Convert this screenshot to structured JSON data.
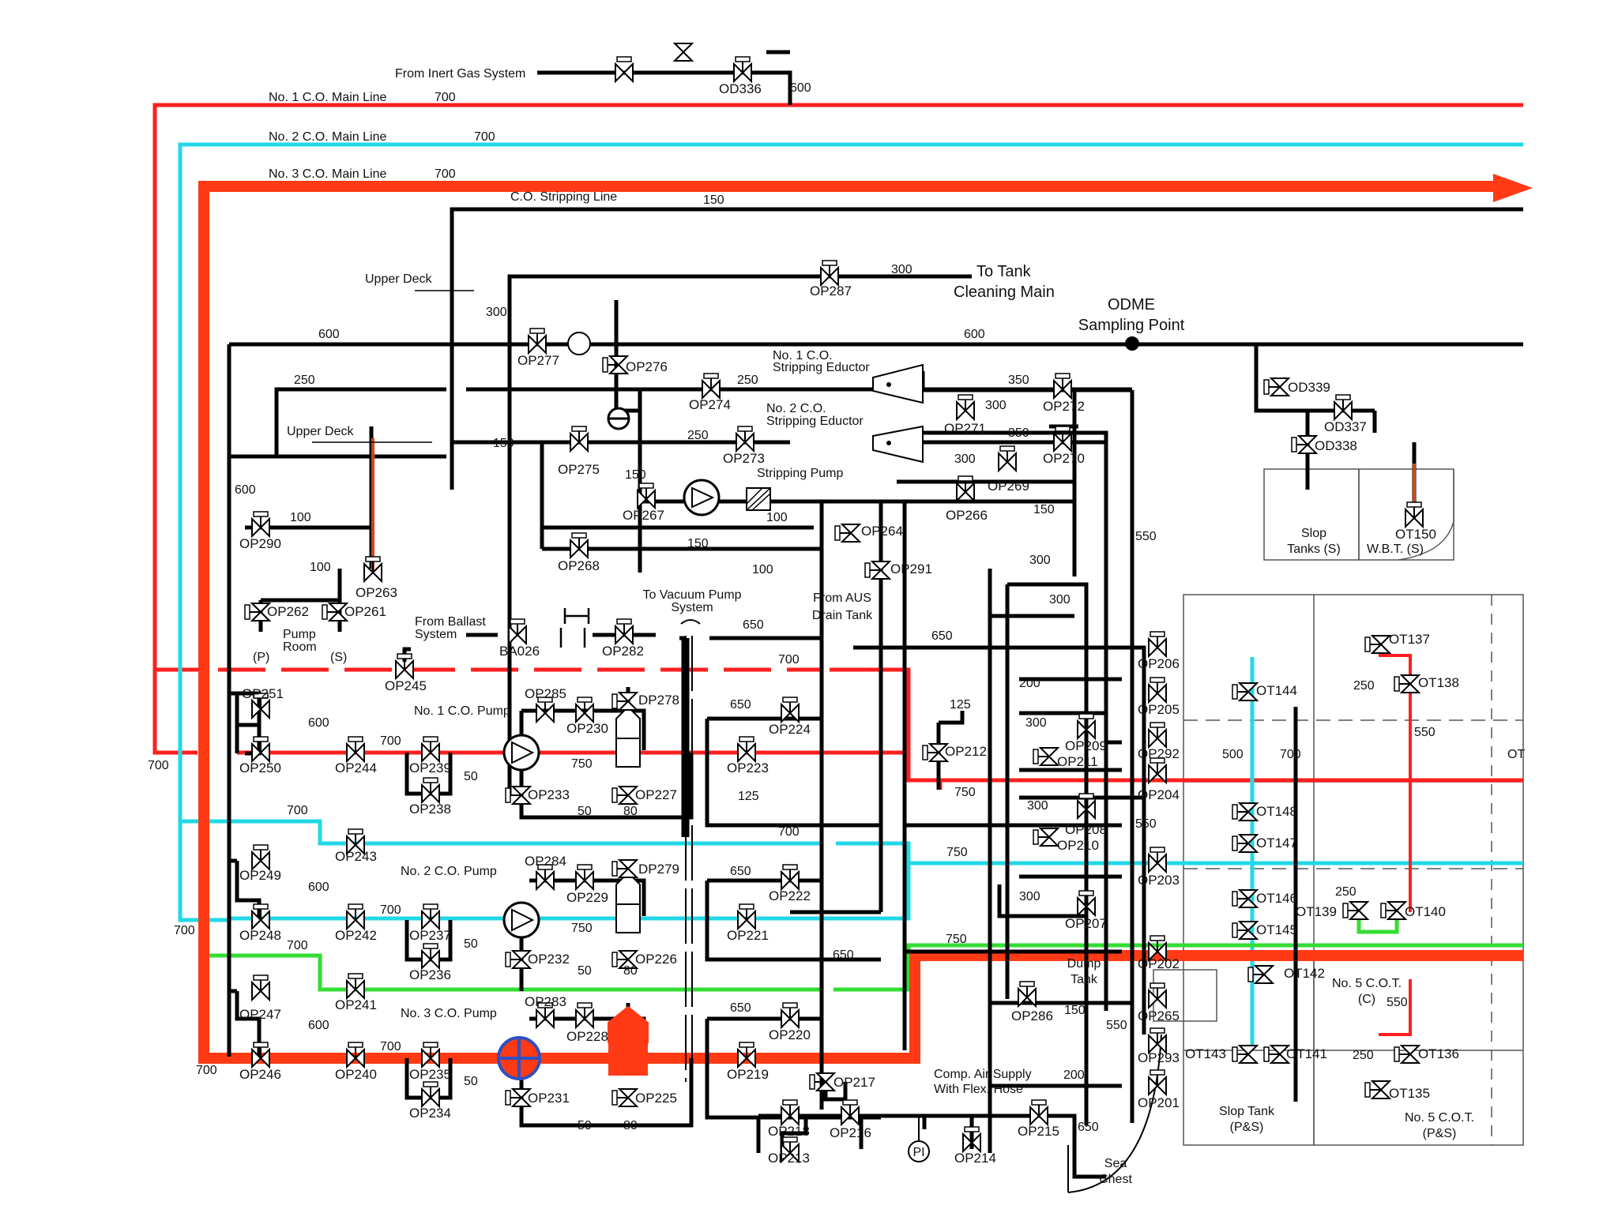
{
  "colors": {
    "line1": "#ff1f1f",
    "line2": "#22d8e6",
    "line3": "#ff3a14",
    "green": "#33dd33",
    "black": "#000000",
    "link": "#c8481a",
    "pumpHighlight": "#3050c0"
  },
  "headers": {
    "inert_gas": "From Inert Gas System",
    "main1": "No. 1 C.O. Main Line",
    "main2": "No. 2 C.O. Main Line",
    "main3": "No. 3 C.O. Main Line",
    "stripping": "C.O. Stripping Line",
    "upper_deck_top": "Upper Deck",
    "upper_deck_left": "Upper Deck",
    "tank_cleaning_1": "To Tank",
    "tank_cleaning_2": "Cleaning Main",
    "odme_1": "ODME",
    "odme_2": "Sampling Point",
    "eductor1_1": "No. 1 C.O.",
    "eductor1_2": "Stripping Eductor",
    "eductor2_1": "No. 2 C.O.",
    "eductor2_2": "Stripping Eductor",
    "stripping_pump": "Stripping Pump",
    "pump_room_1": "Pump",
    "pump_room_2": "Room",
    "pump_p": "(P)",
    "pump_s": "(S)",
    "ballast_1": "From Ballast",
    "ballast_2": "System",
    "vacuum_1": "To Vacuum Pump",
    "vacuum_2": "System",
    "aus_1": "From AUS",
    "aus_2": "Drain Tank",
    "pump1": "No. 1 C.O. Pump",
    "pump2": "No. 2 C.O. Pump",
    "pump3": "No. 3 C.O. Pump",
    "dump_1": "Dump",
    "dump_2": "Tank",
    "air_1": "Comp. Air Supply",
    "air_2": "With Flex. Hose",
    "sea_1": "Sea",
    "sea_2": "Chest",
    "slop_s_1": "Slop",
    "slop_s_2": "Tanks (S)",
    "wbt": "W.B.T. (S)",
    "slop_ps_1": "Slop Tank",
    "slop_ps_2": "(P&S)",
    "cot5c_1": "No. 5 C.O.T.",
    "cot5c_2": "(C)",
    "cot5ps_1": "No. 5 C.O.T.",
    "cot5ps_2": "(P&S)",
    "ot_cut": "OT",
    "pi": "PI"
  },
  "sizes": {
    "s600a": "600",
    "s700a": "700",
    "s700b": "700",
    "s700c": "700",
    "s150a": "150",
    "s300a": "300",
    "s300b": "300",
    "s600b": "600",
    "s600c": "600",
    "s250a": "250",
    "s250b": "250",
    "s250c": "250",
    "s150b": "150",
    "s150c": "150",
    "s600d": "600",
    "s100a": "100",
    "s100b": "100",
    "s100c": "100",
    "s150d": "150",
    "s100d": "100",
    "s350a": "350",
    "s300c": "300",
    "s350b": "350",
    "s300d": "300",
    "s150e": "150",
    "s550a": "550",
    "s300e": "300",
    "s300f": "300",
    "s650a": "650",
    "s650b": "650",
    "s700d": "700",
    "s125a": "125",
    "s200a": "200",
    "s300g": "300",
    "s750a": "750",
    "s600e": "600",
    "s700e": "700",
    "s50a": "50",
    "s750b": "750",
    "s650c": "650",
    "s125b": "125",
    "s50b": "50",
    "s80a": "80",
    "s700f": "700",
    "s700g": "700",
    "s750c": "750",
    "s300h": "300",
    "s550b": "550",
    "s600f": "600",
    "s700h": "700",
    "s650d": "650",
    "s750d": "750",
    "s50c": "50",
    "s50d": "50",
    "s80b": "80",
    "s700i": "700",
    "s700j": "700",
    "s650e": "650",
    "s750e": "750",
    "s600g": "600",
    "s700k": "700",
    "s650f": "650",
    "s50e": "50",
    "s50f": "50",
    "s80c": "80",
    "s150f": "150",
    "s550c": "550",
    "s200b": "200",
    "s650g": "650",
    "s500": "500",
    "s700l": "700",
    "s250d": "250",
    "s550d": "550",
    "s250e": "250",
    "s550e": "550",
    "s250f": "250",
    "s700m": "700",
    "s300i": "300",
    "s700n": "700"
  },
  "valves": {
    "OD336": "OD336",
    "OP287": "OP287",
    "OP277": "OP277",
    "OP276": "OP276",
    "OP274": "OP274",
    "OP271": "OP271",
    "OP272": "OP272",
    "OP273": "OP273",
    "OP270": "OP270",
    "OP275": "OP275",
    "OP269": "OP269",
    "OP267": "OP267",
    "OP266": "OP266",
    "OP268": "OP268",
    "OP264": "OP264",
    "OP291": "OP291",
    "OP290": "OP290",
    "OP263": "OP263",
    "OP262": "OP262",
    "OP261": "OP261",
    "OD339": "OD339",
    "OD337": "OD337",
    "OD338": "OD338",
    "OT150": "OT150",
    "BA026": "BA026",
    "OP282": "OP282",
    "OP245": "OP245",
    "OP251": "OP251",
    "OP250": "OP250",
    "OP244": "OP244",
    "OP239": "OP239",
    "OP238": "OP238",
    "OP285": "OP285",
    "OP230": "OP230",
    "DP278": "DP278",
    "OP233": "OP233",
    "OP227": "OP227",
    "OP224": "OP224",
    "OP223": "OP223",
    "OP206": "OP206",
    "OP205": "OP205",
    "OP212": "OP212",
    "OP209": "OP209",
    "OP211": "OP211",
    "OP292": "OP292",
    "OP204": "OP204",
    "OT137": "OT137",
    "OT138": "OT138",
    "OT144": "OT144",
    "OP243": "OP243",
    "OP249": "OP249",
    "OP248": "OP248",
    "OP242": "OP242",
    "OP237": "OP237",
    "OP236": "OP236",
    "OP284": "OP284",
    "OP229": "OP229",
    "DP279": "DP279",
    "OP232": "OP232",
    "OP226": "OP226",
    "OP222": "OP222",
    "OP221": "OP221",
    "OP208": "OP208",
    "OP210": "OP210",
    "OP203": "OP203",
    "OP207": "OP207",
    "OT148": "OT148",
    "OT147": "OT147",
    "OT146": "OT146",
    "OT145": "OT145",
    "OT139": "OT139",
    "OT140": "OT140",
    "OP241": "OP241",
    "OP247": "OP247",
    "OP246": "OP246",
    "OP240": "OP240",
    "OP235": "OP235",
    "OP234": "OP234",
    "OP283": "OP283",
    "OP228": "OP228",
    "OP231": "OP231",
    "OP225": "OP225",
    "OP220": "OP220",
    "OP219": "OP219",
    "OP217": "OP217",
    "OP218": "OP218",
    "OP216": "OP216",
    "OP213": "OP213",
    "OP215": "OP215",
    "OP214": "OP214",
    "OP286": "OP286",
    "OP202": "OP202",
    "OP265": "OP265",
    "OP293": "OP293",
    "OP201": "OP201",
    "OT142": "OT142",
    "OT143": "OT143",
    "OT141": "OT141",
    "OT136": "OT136",
    "OT135": "OT135"
  }
}
